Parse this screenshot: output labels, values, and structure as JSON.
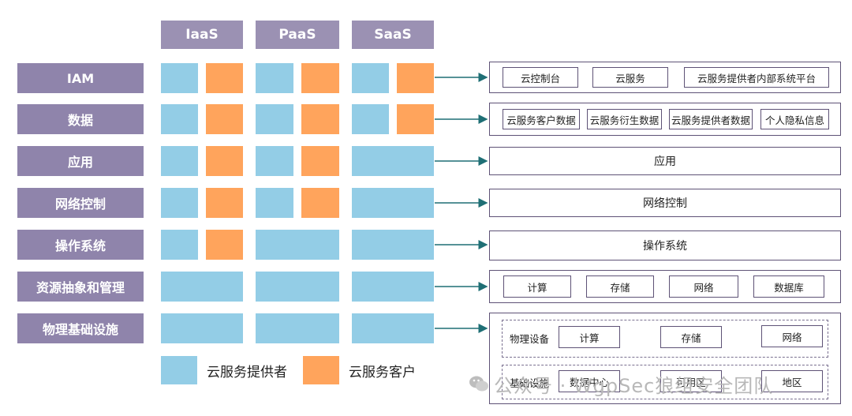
{
  "columns": [
    "IaaS",
    "PaaS",
    "SaaS"
  ],
  "rows": [
    {
      "label": "IAM",
      "cells": [
        [
          "blue",
          "orange"
        ],
        [
          "blue",
          "orange"
        ],
        [
          "blue",
          "orange"
        ]
      ]
    },
    {
      "label": "数据",
      "cells": [
        [
          "blue",
          "orange"
        ],
        [
          "blue",
          "orange"
        ],
        [
          "blue",
          "orange"
        ]
      ]
    },
    {
      "label": "应用",
      "cells": [
        [
          "blue",
          "orange"
        ],
        [
          "blue",
          "orange"
        ],
        [
          "blue"
        ]
      ]
    },
    {
      "label": "网络控制",
      "cells": [
        [
          "blue",
          "orange"
        ],
        [
          "blue",
          "orange"
        ],
        [
          "blue"
        ]
      ]
    },
    {
      "label": "操作系统",
      "cells": [
        [
          "blue",
          "orange"
        ],
        [
          "blue"
        ],
        [
          "blue"
        ]
      ]
    },
    {
      "label": "资源抽象和管理",
      "cells": [
        [
          "blue"
        ],
        [
          "blue"
        ],
        [
          "blue"
        ]
      ]
    },
    {
      "label": "物理基础设施",
      "cells": [
        [
          "blue"
        ],
        [
          "blue"
        ],
        [
          "blue"
        ]
      ]
    }
  ],
  "panels": {
    "iam": [
      "云控制台",
      "云服务",
      "云服务提供者内部系统平台"
    ],
    "data": [
      "云服务客户数据",
      "云服务衍生数据",
      "云服务提供者数据",
      "个人隐私信息"
    ],
    "app": "应用",
    "network": "网络控制",
    "os": "操作系统",
    "resource": [
      "计算",
      "存储",
      "网络",
      "数据库"
    ],
    "physical": {
      "equipment_label": "物理设备",
      "equipment_items": [
        "计算",
        "存储",
        "网络"
      ],
      "facility_label": "基础设施",
      "facility_items": [
        "数据中心",
        "可用区",
        "地区"
      ]
    }
  },
  "legend": {
    "provider": "云服务提供者",
    "customer": "云服务客户"
  },
  "watermark": "公众号 · WgpSec狼组安全团队",
  "colors": {
    "blue": "#93cde6",
    "orange": "#ffa45c",
    "header": "#9b91b3",
    "label": "#8f84ab",
    "arrow": "#1f6f75"
  }
}
